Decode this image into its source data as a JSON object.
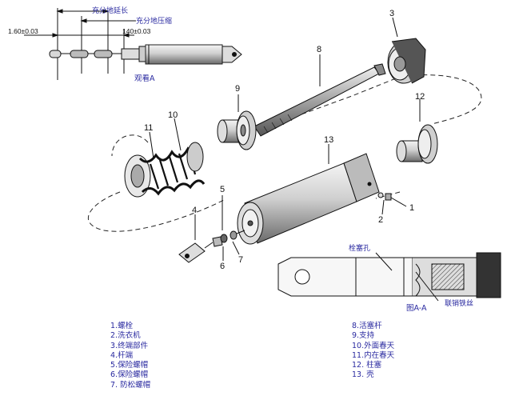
{
  "dimension_labels": {
    "fully_extended": "充分地延长",
    "fully_compressed": "充分地压缩",
    "dim_left": "1.60±0.03",
    "dim_right": "140±0.03"
  },
  "view_a_caption": "观看A",
  "figure_a_caption": "图A-A",
  "callouts": {
    "bolt_hole": "栓塞孔",
    "lock_wire": "联销铁丝"
  },
  "part_numbers": [
    "1",
    "2",
    "3",
    "4",
    "5",
    "6",
    "7",
    "8",
    "9",
    "10",
    "11",
    "12",
    "13"
  ],
  "legend_left": [
    "1.螺栓",
    "2.洗衣机",
    "3.终端部件",
    "4.杆端",
    "5.保险螺帽",
    "6.保险螺帽",
    "7. 防松螺帽"
  ],
  "legend_right": [
    "8.活塞杆",
    "9.支持",
    "10.外面春天",
    "11.内在春天",
    "12. 柱塞",
    "13. 壳"
  ]
}
